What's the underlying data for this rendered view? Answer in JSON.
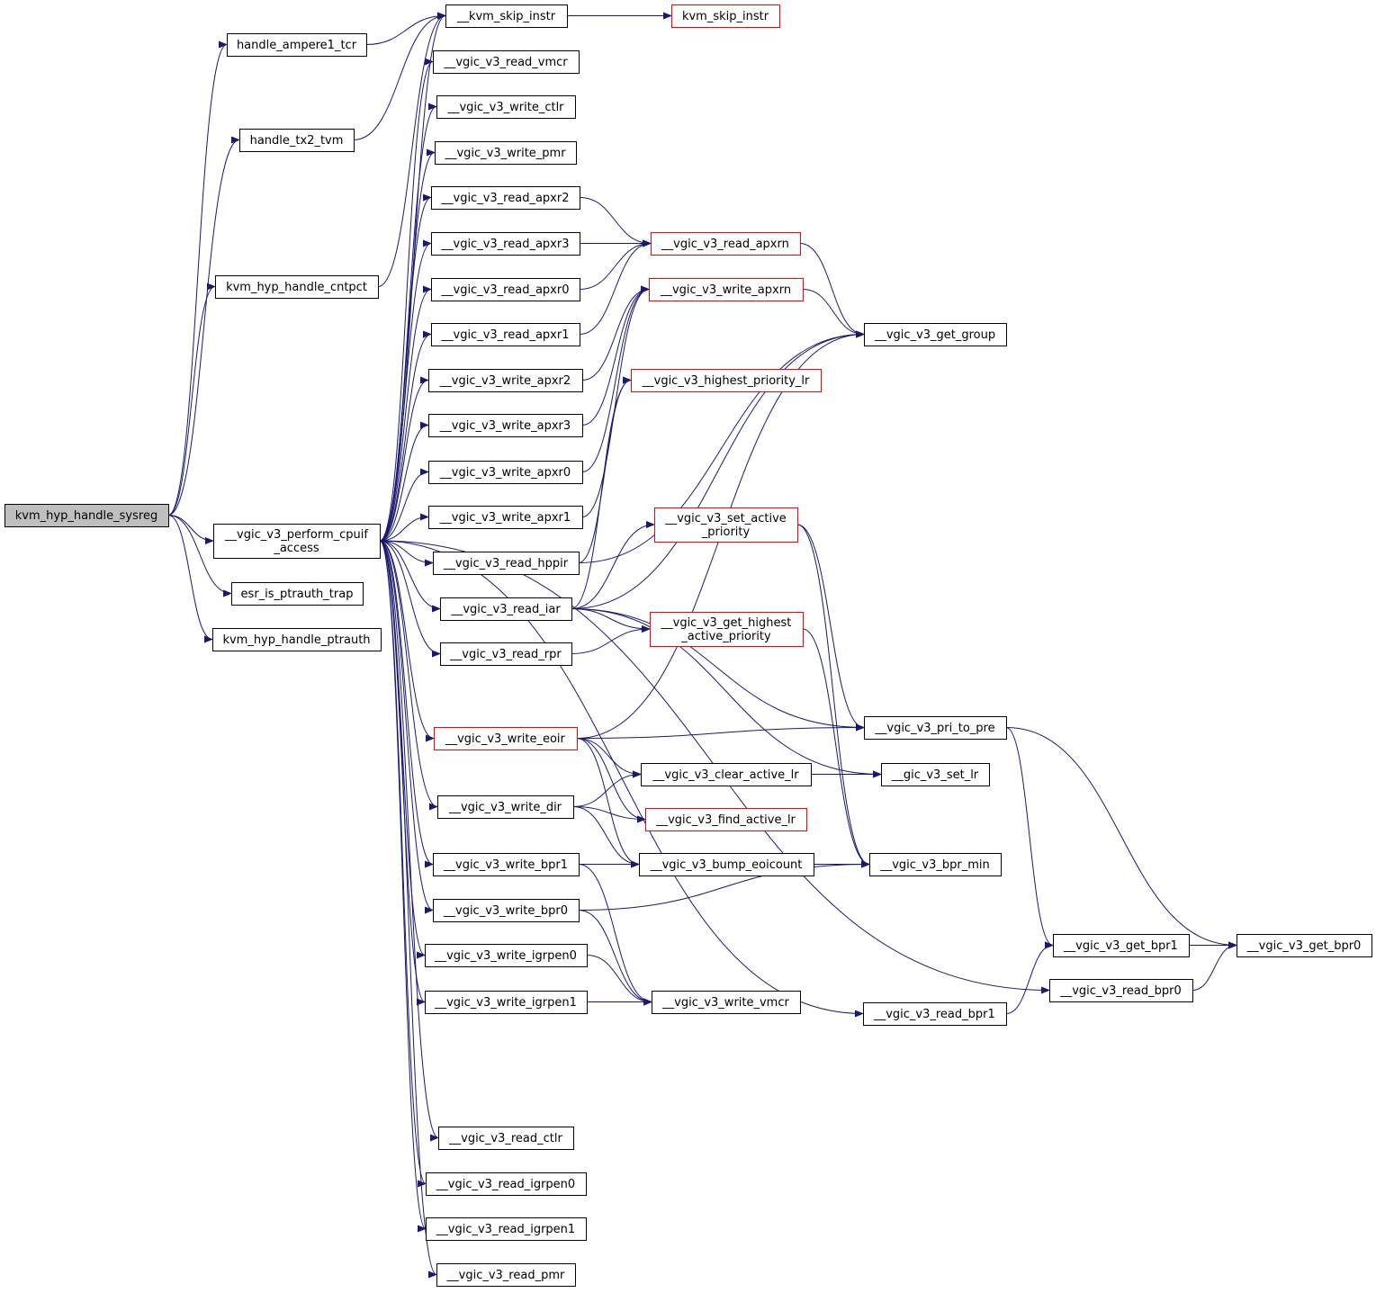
{
  "diagram": {
    "colors": {
      "edge": "#191970",
      "box_border": "#000000",
      "box_border_truncated": "#ff0000",
      "root_fill": "#bfbfbf",
      "box_fill": "#ffffff"
    },
    "nodes": [
      {
        "id": "kvm_hyp_handle_sysreg",
        "lines": [
          "kvm_hyp_handle_sysreg"
        ],
        "kind": "root"
      },
      {
        "id": "handle_ampere1_tcr",
        "lines": [
          "handle_ampere1_tcr"
        ],
        "kind": "normal"
      },
      {
        "id": "handle_tx2_tvm",
        "lines": [
          "handle_tx2_tvm"
        ],
        "kind": "normal"
      },
      {
        "id": "kvm_hyp_handle_cntpct",
        "lines": [
          "kvm_hyp_handle_cntpct"
        ],
        "kind": "normal"
      },
      {
        "id": "__vgic_v3_perform_cpuif_access",
        "lines": [
          "__vgic_v3_perform_cpuif",
          "_access"
        ],
        "kind": "normal"
      },
      {
        "id": "esr_is_ptrauth_trap",
        "lines": [
          "esr_is_ptrauth_trap"
        ],
        "kind": "normal"
      },
      {
        "id": "kvm_hyp_handle_ptrauth",
        "lines": [
          "kvm_hyp_handle_ptrauth"
        ],
        "kind": "normal"
      },
      {
        "id": "__kvm_skip_instr",
        "lines": [
          "__kvm_skip_instr"
        ],
        "kind": "normal"
      },
      {
        "id": "kvm_skip_instr",
        "lines": [
          "kvm_skip_instr"
        ],
        "kind": "truncated"
      },
      {
        "id": "__vgic_v3_read_vmcr",
        "lines": [
          "__vgic_v3_read_vmcr"
        ],
        "kind": "normal"
      },
      {
        "id": "__vgic_v3_write_ctlr",
        "lines": [
          "__vgic_v3_write_ctlr"
        ],
        "kind": "normal"
      },
      {
        "id": "__vgic_v3_write_pmr",
        "lines": [
          "__vgic_v3_write_pmr"
        ],
        "kind": "normal"
      },
      {
        "id": "__vgic_v3_read_apxr2",
        "lines": [
          "__vgic_v3_read_apxr2"
        ],
        "kind": "normal"
      },
      {
        "id": "__vgic_v3_read_apxr3",
        "lines": [
          "__vgic_v3_read_apxr3"
        ],
        "kind": "normal"
      },
      {
        "id": "__vgic_v3_read_apxr0",
        "lines": [
          "__vgic_v3_read_apxr0"
        ],
        "kind": "normal"
      },
      {
        "id": "__vgic_v3_read_apxr1",
        "lines": [
          "__vgic_v3_read_apxr1"
        ],
        "kind": "normal"
      },
      {
        "id": "__vgic_v3_write_apxr2",
        "lines": [
          "__vgic_v3_write_apxr2"
        ],
        "kind": "normal"
      },
      {
        "id": "__vgic_v3_write_apxr3",
        "lines": [
          "__vgic_v3_write_apxr3"
        ],
        "kind": "normal"
      },
      {
        "id": "__vgic_v3_write_apxr0",
        "lines": [
          "__vgic_v3_write_apxr0"
        ],
        "kind": "normal"
      },
      {
        "id": "__vgic_v3_write_apxr1",
        "lines": [
          "__vgic_v3_write_apxr1"
        ],
        "kind": "normal"
      },
      {
        "id": "__vgic_v3_read_hppir",
        "lines": [
          "__vgic_v3_read_hppir"
        ],
        "kind": "normal"
      },
      {
        "id": "__vgic_v3_read_iar",
        "lines": [
          "__vgic_v3_read_iar"
        ],
        "kind": "normal"
      },
      {
        "id": "__vgic_v3_read_rpr",
        "lines": [
          "__vgic_v3_read_rpr"
        ],
        "kind": "normal"
      },
      {
        "id": "__vgic_v3_write_eoir",
        "lines": [
          "__vgic_v3_write_eoir"
        ],
        "kind": "truncated"
      },
      {
        "id": "__vgic_v3_write_dir",
        "lines": [
          "__vgic_v3_write_dir"
        ],
        "kind": "normal"
      },
      {
        "id": "__vgic_v3_write_bpr1",
        "lines": [
          "__vgic_v3_write_bpr1"
        ],
        "kind": "normal"
      },
      {
        "id": "__vgic_v3_write_bpr0",
        "lines": [
          "__vgic_v3_write_bpr0"
        ],
        "kind": "normal"
      },
      {
        "id": "__vgic_v3_write_igrpen0",
        "lines": [
          "__vgic_v3_write_igrpen0"
        ],
        "kind": "normal"
      },
      {
        "id": "__vgic_v3_write_igrpen1",
        "lines": [
          "__vgic_v3_write_igrpen1"
        ],
        "kind": "normal"
      },
      {
        "id": "__vgic_v3_read_ctlr",
        "lines": [
          "__vgic_v3_read_ctlr"
        ],
        "kind": "normal"
      },
      {
        "id": "__vgic_v3_read_igrpen0",
        "lines": [
          "__vgic_v3_read_igrpen0"
        ],
        "kind": "normal"
      },
      {
        "id": "__vgic_v3_read_igrpen1",
        "lines": [
          "__vgic_v3_read_igrpen1"
        ],
        "kind": "normal"
      },
      {
        "id": "__vgic_v3_read_pmr",
        "lines": [
          "__vgic_v3_read_pmr"
        ],
        "kind": "normal"
      },
      {
        "id": "__vgic_v3_read_apxrn",
        "lines": [
          "__vgic_v3_read_apxrn"
        ],
        "kind": "truncated"
      },
      {
        "id": "__vgic_v3_write_apxrn",
        "lines": [
          "__vgic_v3_write_apxrn"
        ],
        "kind": "truncated"
      },
      {
        "id": "__vgic_v3_highest_priority_lr",
        "lines": [
          "__vgic_v3_highest_priority_lr"
        ],
        "kind": "truncated"
      },
      {
        "id": "__vgic_v3_set_active_priority",
        "lines": [
          "__vgic_v3_set_active",
          "_priority"
        ],
        "kind": "truncated"
      },
      {
        "id": "__vgic_v3_get_highest_active_priority",
        "lines": [
          "__vgic_v3_get_highest",
          "_active_priority"
        ],
        "kind": "truncated"
      },
      {
        "id": "__vgic_v3_clear_active_lr",
        "lines": [
          "__vgic_v3_clear_active_lr"
        ],
        "kind": "normal"
      },
      {
        "id": "__vgic_v3_find_active_lr",
        "lines": [
          "__vgic_v3_find_active_lr"
        ],
        "kind": "truncated"
      },
      {
        "id": "__vgic_v3_bump_eoicount",
        "lines": [
          "__vgic_v3_bump_eoicount"
        ],
        "kind": "normal"
      },
      {
        "id": "__vgic_v3_write_vmcr",
        "lines": [
          "__vgic_v3_write_vmcr"
        ],
        "kind": "normal"
      },
      {
        "id": "__vgic_v3_get_group",
        "lines": [
          "__vgic_v3_get_group"
        ],
        "kind": "normal"
      },
      {
        "id": "__vgic_v3_pri_to_pre",
        "lines": [
          "__vgic_v3_pri_to_pre"
        ],
        "kind": "normal"
      },
      {
        "id": "__gic_v3_set_lr",
        "lines": [
          "__gic_v3_set_lr"
        ],
        "kind": "normal"
      },
      {
        "id": "__vgic_v3_bpr_min",
        "lines": [
          "__vgic_v3_bpr_min"
        ],
        "kind": "normal"
      },
      {
        "id": "__vgic_v3_read_bpr1",
        "lines": [
          "__vgic_v3_read_bpr1"
        ],
        "kind": "normal"
      },
      {
        "id": "__vgic_v3_get_bpr1",
        "lines": [
          "__vgic_v3_get_bpr1"
        ],
        "kind": "normal"
      },
      {
        "id": "__vgic_v3_read_bpr0",
        "lines": [
          "__vgic_v3_read_bpr0"
        ],
        "kind": "normal"
      },
      {
        "id": "__vgic_v3_get_bpr0",
        "lines": [
          "__vgic_v3_get_bpr0"
        ],
        "kind": "normal"
      }
    ],
    "edges": [
      {
        "from": "kvm_hyp_handle_sysreg",
        "to": "handle_ampere1_tcr"
      },
      {
        "from": "kvm_hyp_handle_sysreg",
        "to": "handle_tx2_tvm"
      },
      {
        "from": "kvm_hyp_handle_sysreg",
        "to": "kvm_hyp_handle_cntpct"
      },
      {
        "from": "kvm_hyp_handle_sysreg",
        "to": "__vgic_v3_perform_cpuif_access"
      },
      {
        "from": "kvm_hyp_handle_sysreg",
        "to": "esr_is_ptrauth_trap"
      },
      {
        "from": "kvm_hyp_handle_sysreg",
        "to": "kvm_hyp_handle_ptrauth"
      },
      {
        "from": "handle_ampere1_tcr",
        "to": "__kvm_skip_instr"
      },
      {
        "from": "handle_tx2_tvm",
        "to": "__kvm_skip_instr"
      },
      {
        "from": "kvm_hyp_handle_cntpct",
        "to": "__kvm_skip_instr"
      },
      {
        "from": "__kvm_skip_instr",
        "to": "kvm_skip_instr"
      },
      {
        "from": "__vgic_v3_perform_cpuif_access",
        "to": "__kvm_skip_instr"
      },
      {
        "from": "__vgic_v3_perform_cpuif_access",
        "to": "__vgic_v3_read_vmcr"
      },
      {
        "from": "__vgic_v3_perform_cpuif_access",
        "to": "__vgic_v3_write_ctlr"
      },
      {
        "from": "__vgic_v3_perform_cpuif_access",
        "to": "__vgic_v3_write_pmr"
      },
      {
        "from": "__vgic_v3_perform_cpuif_access",
        "to": "__vgic_v3_read_apxr2"
      },
      {
        "from": "__vgic_v3_perform_cpuif_access",
        "to": "__vgic_v3_read_apxr3"
      },
      {
        "from": "__vgic_v3_perform_cpuif_access",
        "to": "__vgic_v3_read_apxr0"
      },
      {
        "from": "__vgic_v3_perform_cpuif_access",
        "to": "__vgic_v3_read_apxr1"
      },
      {
        "from": "__vgic_v3_perform_cpuif_access",
        "to": "__vgic_v3_write_apxr2"
      },
      {
        "from": "__vgic_v3_perform_cpuif_access",
        "to": "__vgic_v3_write_apxr3"
      },
      {
        "from": "__vgic_v3_perform_cpuif_access",
        "to": "__vgic_v3_write_apxr0"
      },
      {
        "from": "__vgic_v3_perform_cpuif_access",
        "to": "__vgic_v3_write_apxr1"
      },
      {
        "from": "__vgic_v3_perform_cpuif_access",
        "to": "__vgic_v3_read_hppir"
      },
      {
        "from": "__vgic_v3_perform_cpuif_access",
        "to": "__vgic_v3_read_iar"
      },
      {
        "from": "__vgic_v3_perform_cpuif_access",
        "to": "__vgic_v3_read_rpr"
      },
      {
        "from": "__vgic_v3_perform_cpuif_access",
        "to": "__vgic_v3_write_eoir"
      },
      {
        "from": "__vgic_v3_perform_cpuif_access",
        "to": "__vgic_v3_write_dir"
      },
      {
        "from": "__vgic_v3_perform_cpuif_access",
        "to": "__vgic_v3_write_bpr1"
      },
      {
        "from": "__vgic_v3_perform_cpuif_access",
        "to": "__vgic_v3_write_bpr0"
      },
      {
        "from": "__vgic_v3_perform_cpuif_access",
        "to": "__vgic_v3_write_igrpen0"
      },
      {
        "from": "__vgic_v3_perform_cpuif_access",
        "to": "__vgic_v3_write_igrpen1"
      },
      {
        "from": "__vgic_v3_perform_cpuif_access",
        "to": "__vgic_v3_read_bpr1"
      },
      {
        "from": "__vgic_v3_perform_cpuif_access",
        "to": "__vgic_v3_read_bpr0"
      },
      {
        "from": "__vgic_v3_perform_cpuif_access",
        "to": "__vgic_v3_read_ctlr"
      },
      {
        "from": "__vgic_v3_perform_cpuif_access",
        "to": "__vgic_v3_read_igrpen0"
      },
      {
        "from": "__vgic_v3_perform_cpuif_access",
        "to": "__vgic_v3_read_igrpen1"
      },
      {
        "from": "__vgic_v3_perform_cpuif_access",
        "to": "__vgic_v3_read_pmr"
      },
      {
        "from": "__vgic_v3_read_apxr2",
        "to": "__vgic_v3_read_apxrn"
      },
      {
        "from": "__vgic_v3_read_apxr3",
        "to": "__vgic_v3_read_apxrn"
      },
      {
        "from": "__vgic_v3_read_apxr0",
        "to": "__vgic_v3_read_apxrn"
      },
      {
        "from": "__vgic_v3_read_apxr1",
        "to": "__vgic_v3_read_apxrn"
      },
      {
        "from": "__vgic_v3_write_apxr2",
        "to": "__vgic_v3_write_apxrn"
      },
      {
        "from": "__vgic_v3_write_apxr3",
        "to": "__vgic_v3_write_apxrn"
      },
      {
        "from": "__vgic_v3_write_apxr0",
        "to": "__vgic_v3_write_apxrn"
      },
      {
        "from": "__vgic_v3_write_apxr1",
        "to": "__vgic_v3_write_apxrn"
      },
      {
        "from": "__vgic_v3_read_apxrn",
        "to": "__vgic_v3_get_group"
      },
      {
        "from": "__vgic_v3_write_apxrn",
        "to": "__vgic_v3_get_group"
      },
      {
        "from": "__vgic_v3_read_hppir",
        "to": "__vgic_v3_get_group"
      },
      {
        "from": "__vgic_v3_read_hppir",
        "to": "__vgic_v3_highest_priority_lr"
      },
      {
        "from": "__vgic_v3_read_iar",
        "to": "__vgic_v3_highest_priority_lr"
      },
      {
        "from": "__vgic_v3_read_iar",
        "to": "__vgic_v3_get_group"
      },
      {
        "from": "__vgic_v3_read_iar",
        "to": "__vgic_v3_set_active_priority"
      },
      {
        "from": "__vgic_v3_read_iar",
        "to": "__vgic_v3_get_highest_active_priority"
      },
      {
        "from": "__vgic_v3_read_iar",
        "to": "__vgic_v3_pri_to_pre"
      },
      {
        "from": "__vgic_v3_read_iar",
        "to": "__gic_v3_set_lr"
      },
      {
        "from": "__vgic_v3_set_active_priority",
        "to": "__vgic_v3_pri_to_pre"
      },
      {
        "from": "__vgic_v3_set_active_priority",
        "to": "__vgic_v3_bpr_min"
      },
      {
        "from": "__vgic_v3_read_rpr",
        "to": "__vgic_v3_get_highest_active_priority"
      },
      {
        "from": "__vgic_v3_get_highest_active_priority",
        "to": "__vgic_v3_bpr_min"
      },
      {
        "from": "__vgic_v3_write_eoir",
        "to": "__vgic_v3_get_group"
      },
      {
        "from": "__vgic_v3_write_eoir",
        "to": "__vgic_v3_pri_to_pre"
      },
      {
        "from": "__vgic_v3_write_eoir",
        "to": "__vgic_v3_clear_active_lr"
      },
      {
        "from": "__vgic_v3_write_eoir",
        "to": "__vgic_v3_find_active_lr"
      },
      {
        "from": "__vgic_v3_write_eoir",
        "to": "__vgic_v3_bump_eoicount"
      },
      {
        "from": "__vgic_v3_write_dir",
        "to": "__vgic_v3_clear_active_lr"
      },
      {
        "from": "__vgic_v3_write_dir",
        "to": "__vgic_v3_find_active_lr"
      },
      {
        "from": "__vgic_v3_write_dir",
        "to": "__vgic_v3_bump_eoicount"
      },
      {
        "from": "__vgic_v3_clear_active_lr",
        "to": "__gic_v3_set_lr"
      },
      {
        "from": "__vgic_v3_pri_to_pre",
        "to": "__vgic_v3_get_bpr1"
      },
      {
        "from": "__vgic_v3_pri_to_pre",
        "to": "__vgic_v3_get_bpr0"
      },
      {
        "from": "__vgic_v3_write_bpr1",
        "to": "__vgic_v3_bpr_min"
      },
      {
        "from": "__vgic_v3_write_bpr1",
        "to": "__vgic_v3_write_vmcr"
      },
      {
        "from": "__vgic_v3_write_bpr0",
        "to": "__vgic_v3_bpr_min"
      },
      {
        "from": "__vgic_v3_write_bpr0",
        "to": "__vgic_v3_write_vmcr"
      },
      {
        "from": "__vgic_v3_write_igrpen0",
        "to": "__vgic_v3_write_vmcr"
      },
      {
        "from": "__vgic_v3_write_igrpen1",
        "to": "__vgic_v3_write_vmcr"
      },
      {
        "from": "__vgic_v3_read_bpr1",
        "to": "__vgic_v3_get_bpr1"
      },
      {
        "from": "__vgic_v3_get_bpr1",
        "to": "__vgic_v3_get_bpr0"
      },
      {
        "from": "__vgic_v3_read_bpr0",
        "to": "__vgic_v3_get_bpr0"
      }
    ]
  }
}
